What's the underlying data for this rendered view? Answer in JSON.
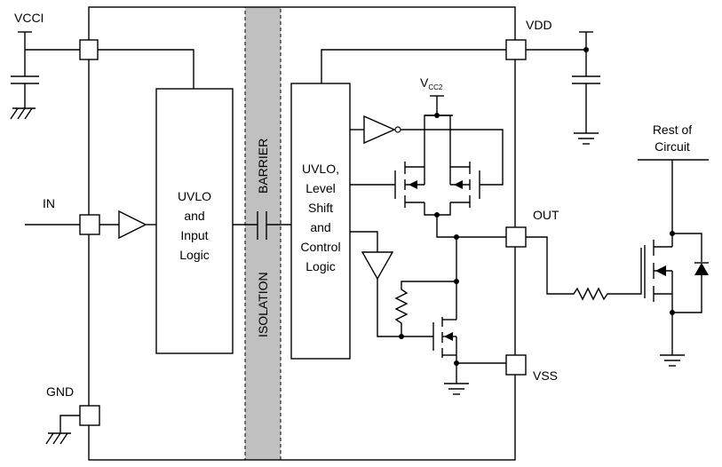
{
  "colors": {
    "line": "#000000",
    "barrier_fill": "#c0c0c0",
    "background": "#ffffff"
  },
  "pins": {
    "vcci": "VCCI",
    "in": "IN",
    "gnd": "GND",
    "vdd": "VDD",
    "out": "OUT",
    "vss": "VSS"
  },
  "blocks": {
    "input_logic": [
      "UVLO",
      "and",
      "Input",
      "Logic"
    ],
    "output_logic": [
      "UVLO,",
      "Level",
      "Shift",
      "and",
      "Control",
      "Logic"
    ]
  },
  "barrier": {
    "top_label": "BARRIER",
    "bottom_label": "ISOLATION"
  },
  "supply": {
    "vcc2_main": "V",
    "vcc2_sub": "CC2"
  },
  "external": {
    "rest_of_circuit": [
      "Rest of",
      "Circuit"
    ]
  }
}
